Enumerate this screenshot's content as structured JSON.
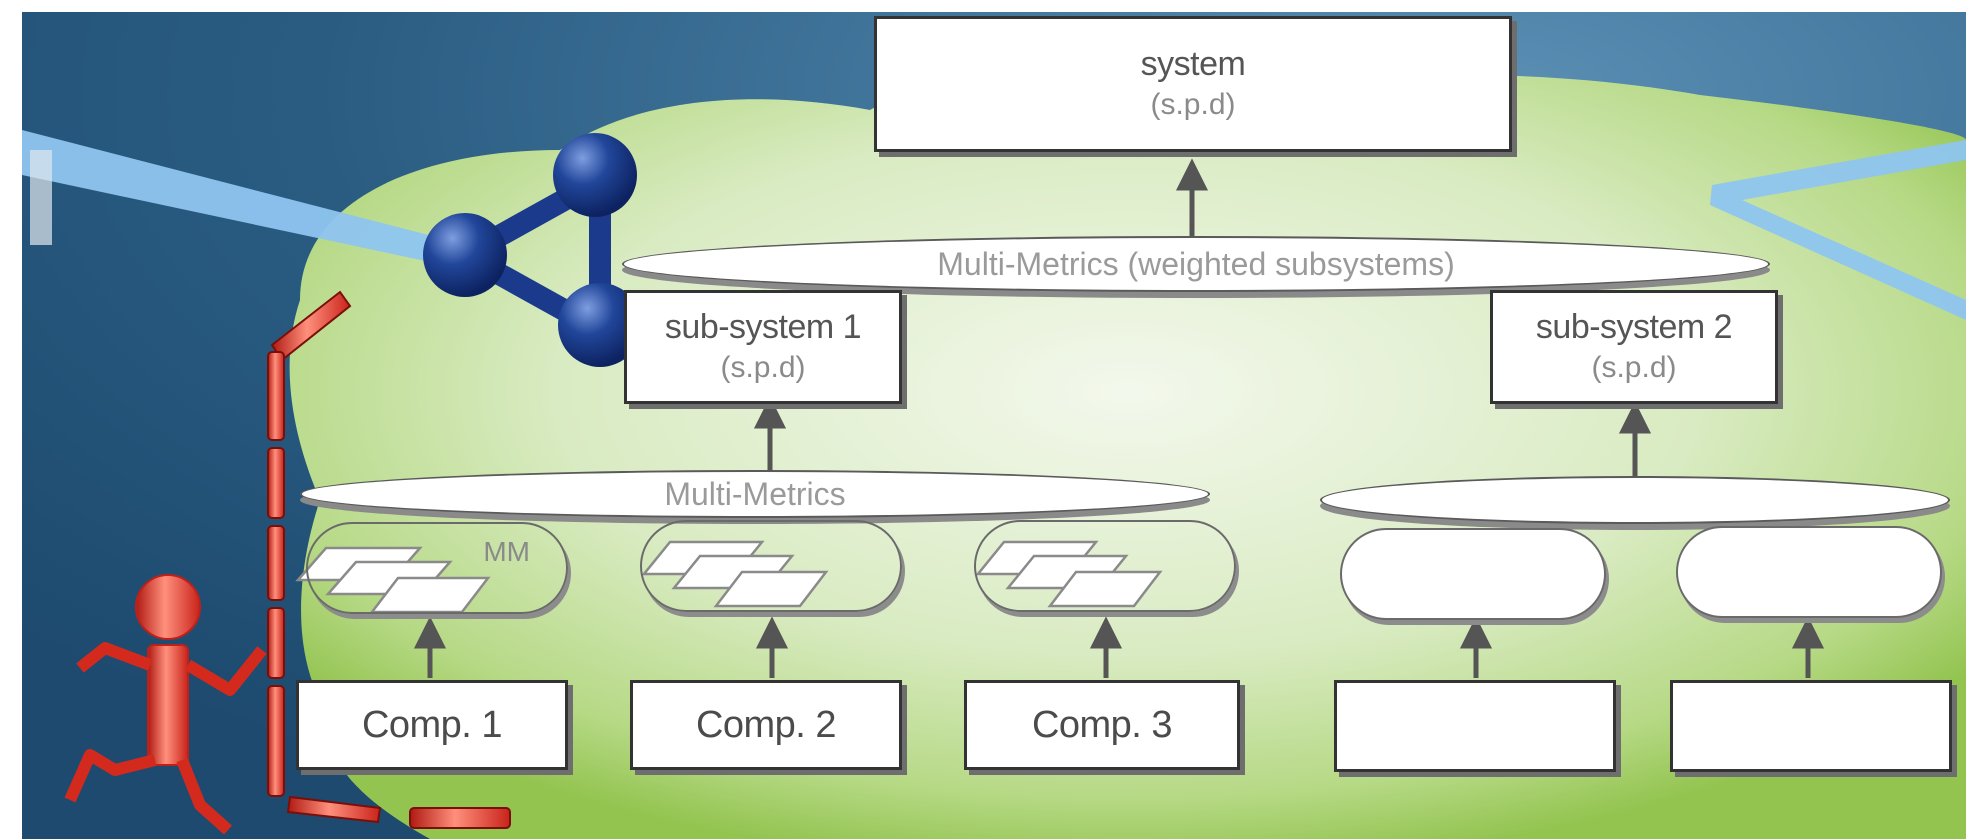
{
  "system": {
    "title": "system",
    "subtitle": "(s.p.d)"
  },
  "subsystem1": {
    "title": "sub-system 1",
    "subtitle": "(s.p.d)"
  },
  "subsystem2": {
    "title": "sub-system 2",
    "subtitle": "(s.p.d)"
  },
  "top_aggregator": {
    "label": "Multi-Metrics (weighted subsystems)"
  },
  "sub1_aggregator": {
    "label": "Multi-Metrics"
  },
  "sub2_aggregator": {
    "label": ""
  },
  "metric_modules": {
    "mm_label": "MM"
  },
  "components": [
    "Comp. 1",
    "Comp. 2",
    "Comp. 3",
    "",
    ""
  ],
  "colors": {
    "background_dark": "#1f4f73",
    "cloud_green": "#9ccc5a",
    "cloud_light": "#eef5e4",
    "molecule_blue": "#1c3a8c",
    "figure_red": "#d42a1e",
    "beam_blue": "#8ec5ef"
  }
}
